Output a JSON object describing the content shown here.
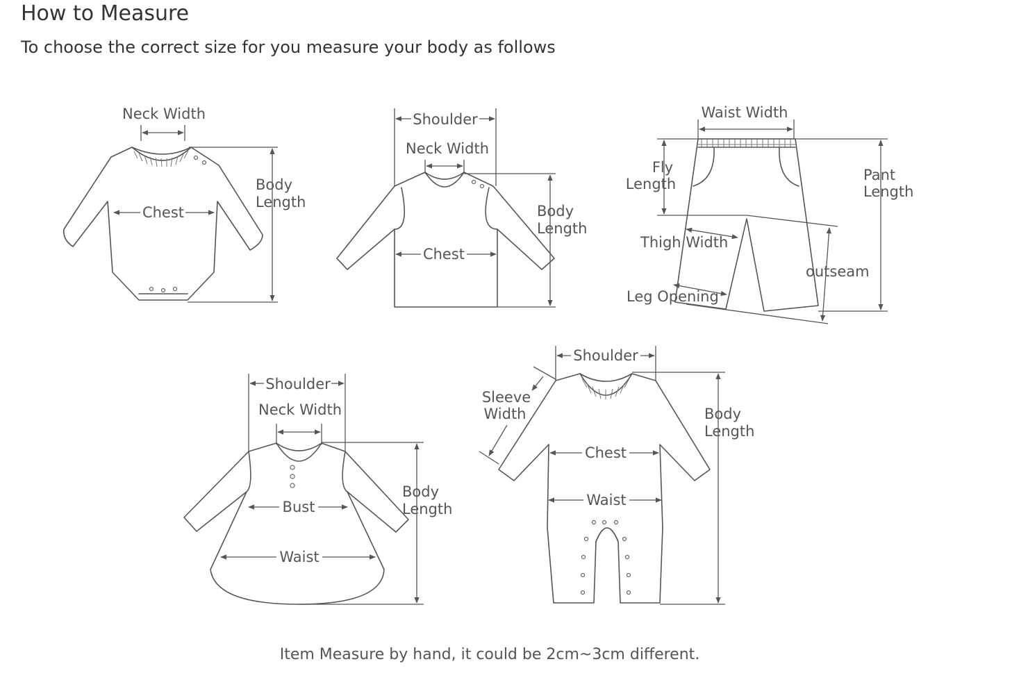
{
  "header": {
    "title": "How to Measure",
    "subtitle": "To choose the correct size for you measure your body as follows"
  },
  "garments": {
    "bodysuit": {
      "neck_width": "Neck Width",
      "chest": "Chest",
      "body_length_1": "Body",
      "body_length_2": "Length"
    },
    "top": {
      "shoulder": "Shoulder",
      "neck_width": "Neck Width",
      "chest": "Chest",
      "body_length_1": "Body",
      "body_length_2": "Length"
    },
    "pants": {
      "waist_width": "Waist Width",
      "fly_length_1": "Fly",
      "fly_length_2": "Length",
      "thigh_width": "Thigh Width",
      "leg_opening": "Leg Opening",
      "outseam": "outseam",
      "pant_length_1": "Pant",
      "pant_length_2": "Length"
    },
    "dress": {
      "shoulder": "Shoulder",
      "neck_width": "Neck Width",
      "bust": "Bust",
      "waist": "Waist",
      "body_length_1": "Body",
      "body_length_2": "Length"
    },
    "romper": {
      "shoulder": "Shoulder",
      "sleeve_width_1": "Sleeve",
      "sleeve_width_2": "Width",
      "chest": "Chest",
      "waist": "Waist",
      "body_length_1": "Body",
      "body_length_2": "Length"
    }
  },
  "footer": {
    "note": "Item Measure by hand, it could be 2cm~3cm different."
  }
}
